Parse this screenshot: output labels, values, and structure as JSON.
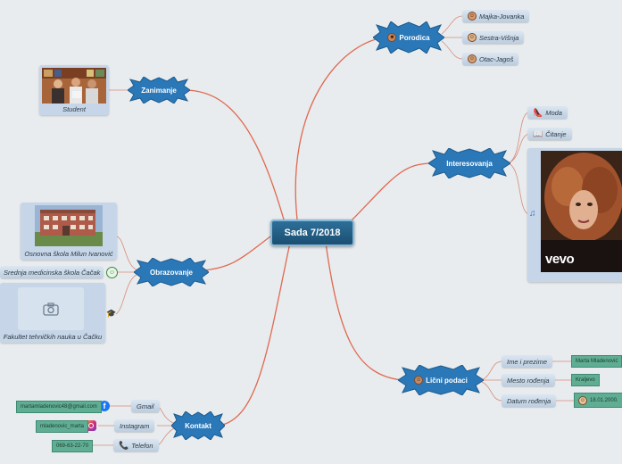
{
  "center": {
    "title": "Sada 7/2018"
  },
  "topics": {
    "porodica": "Porodica",
    "zanimanje": "Zanimanje",
    "interesovanja": "Interesovanja",
    "obrazovanje": "Obrazovanje",
    "licni_podaci": "Lični podaci",
    "kontakt": "Kontakt"
  },
  "porodica": [
    "Majka-Jovanka",
    "Sestra-Višnja",
    "Otac-Jagoš"
  ],
  "zanimanje": {
    "caption": "Student"
  },
  "interesovanja": {
    "moda": "Moda",
    "citanje": "Čitanje",
    "video_brand": "vevo"
  },
  "obrazovanje": {
    "osnovna": "Osnovna škola Milun Ivanović",
    "srednja": "Srednja medicinska škola Čačak",
    "fakultet": "Fakultet tehničkih nauka u Čačku"
  },
  "licni": {
    "ime_label": "Ime i prezime",
    "ime_value": "Marta Mladenović",
    "mesto_label": "Mesto rođenja",
    "mesto_value": "Kraljevo",
    "datum_label": "Datum rođenja",
    "datum_value": "18.01.2000."
  },
  "kontakt": {
    "gmail_label": "Gmail",
    "gmail_value": "martamladenovic48@gmail.com",
    "instagram_label": "Instagram",
    "instagram_value": "mladenovic_marta",
    "telefon_label": "Telefon",
    "telefon_value": "069-63-22-70"
  },
  "colors": {
    "link": "#e0694f",
    "center": "#1f5a82",
    "burst": "#2a78b8",
    "pill": "#c6d6e8",
    "value_box": "#5fae94"
  },
  "icons": [
    "family-icon",
    "woman-face-icon",
    "man-face-icon",
    "shoe-icon",
    "book-icon",
    "music-note-icon",
    "camera-icon",
    "graduation-icon",
    "facebook-icon",
    "instagram-icon",
    "phone-icon",
    "person-icon"
  ]
}
